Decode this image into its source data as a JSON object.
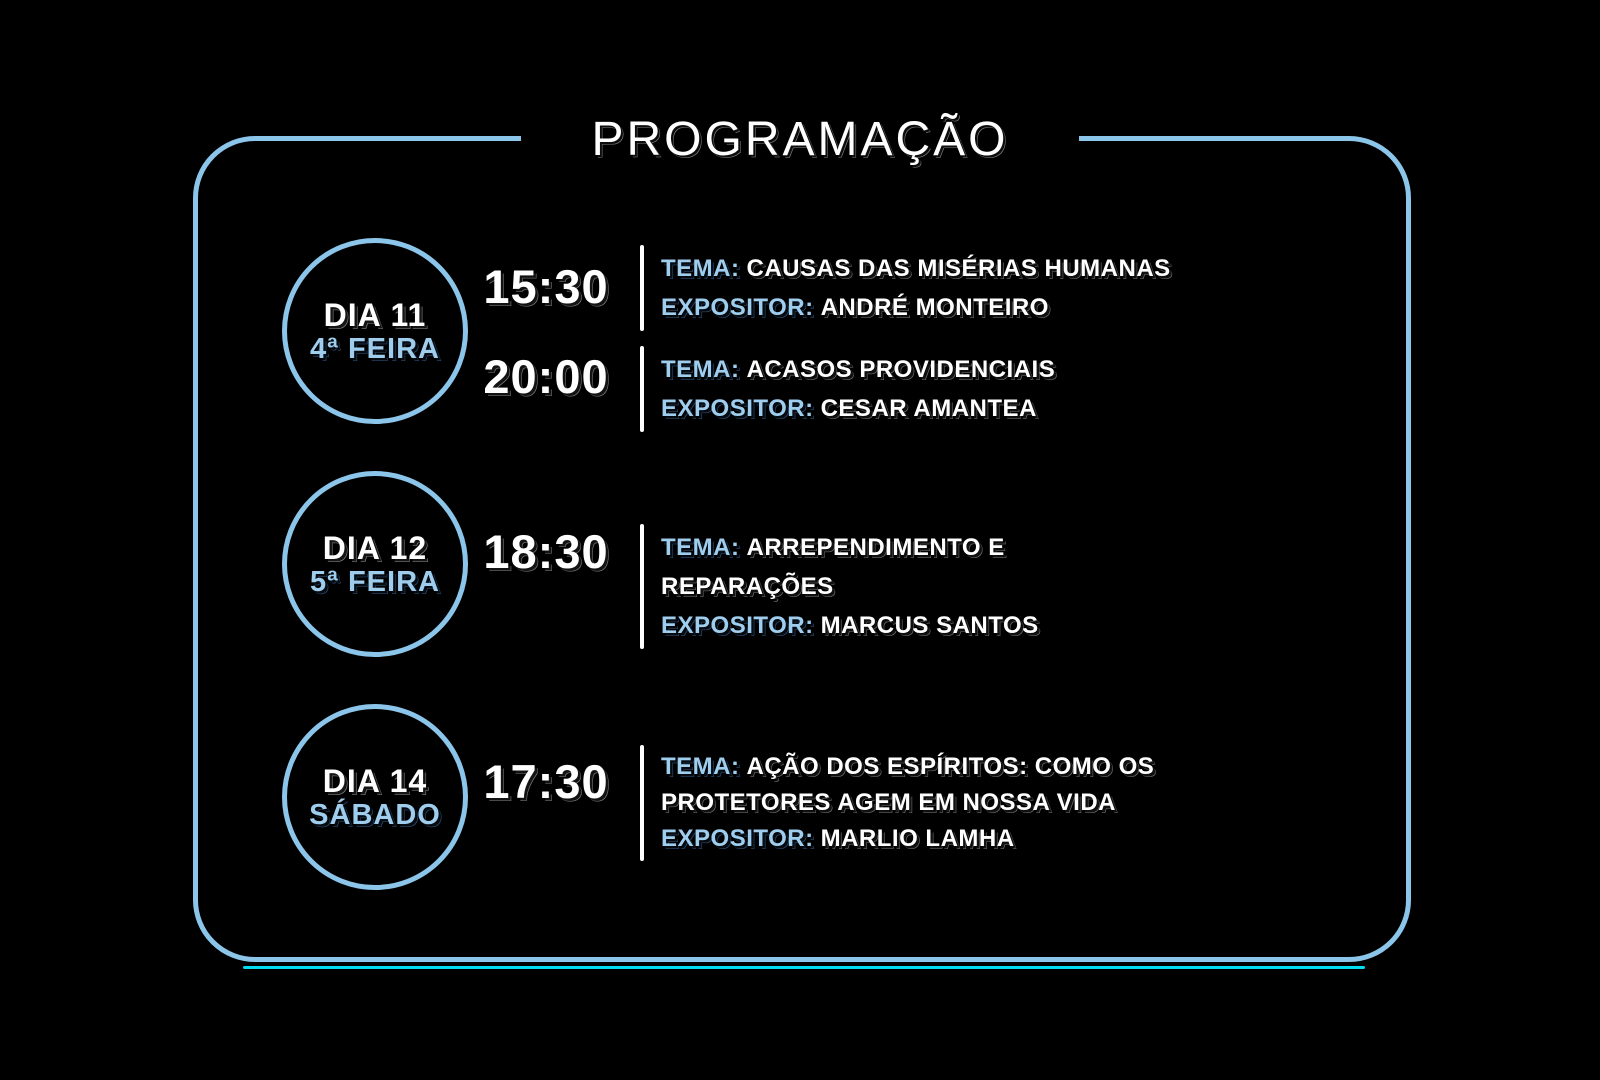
{
  "title": "PROGRAMAÇÃO",
  "labels": {
    "tema": "TEMA:",
    "expositor": "EXPOSITOR:"
  },
  "colors": {
    "background": "#000000",
    "frame_blue": "#8CC5EA",
    "label_blue": "#9FCDEE",
    "bottom_accent_cyan": "#00DCF2",
    "text_white": "#FFFFFF"
  },
  "schedule": {
    "days": [
      {
        "day_label": "DIA 11",
        "weekday": "4ª FEIRA",
        "sessions": [
          {
            "time": "15:30",
            "tema": "CAUSAS DAS MISÉRIAS HUMANAS",
            "expositor": "ANDRÉ MONTEIRO"
          },
          {
            "time": "20:00",
            "tema": "ACASOS PROVIDENCIAIS",
            "expositor": "CESAR AMANTEA"
          }
        ]
      },
      {
        "day_label": "DIA 12",
        "weekday": "5ª FEIRA",
        "sessions": [
          {
            "time": "18:30",
            "tema": "ARREPENDIMENTO E REPARAÇÕES",
            "expositor": "MARCUS SANTOS"
          }
        ]
      },
      {
        "day_label": "DIA 14",
        "weekday": "SÁBADO",
        "sessions": [
          {
            "time": "17:30",
            "tema": "AÇÃO DOS ESPÍRITOS: COMO OS PROTETORES AGEM EM NOSSA VIDA",
            "expositor": "MARLIO LAMHA"
          }
        ]
      }
    ]
  }
}
